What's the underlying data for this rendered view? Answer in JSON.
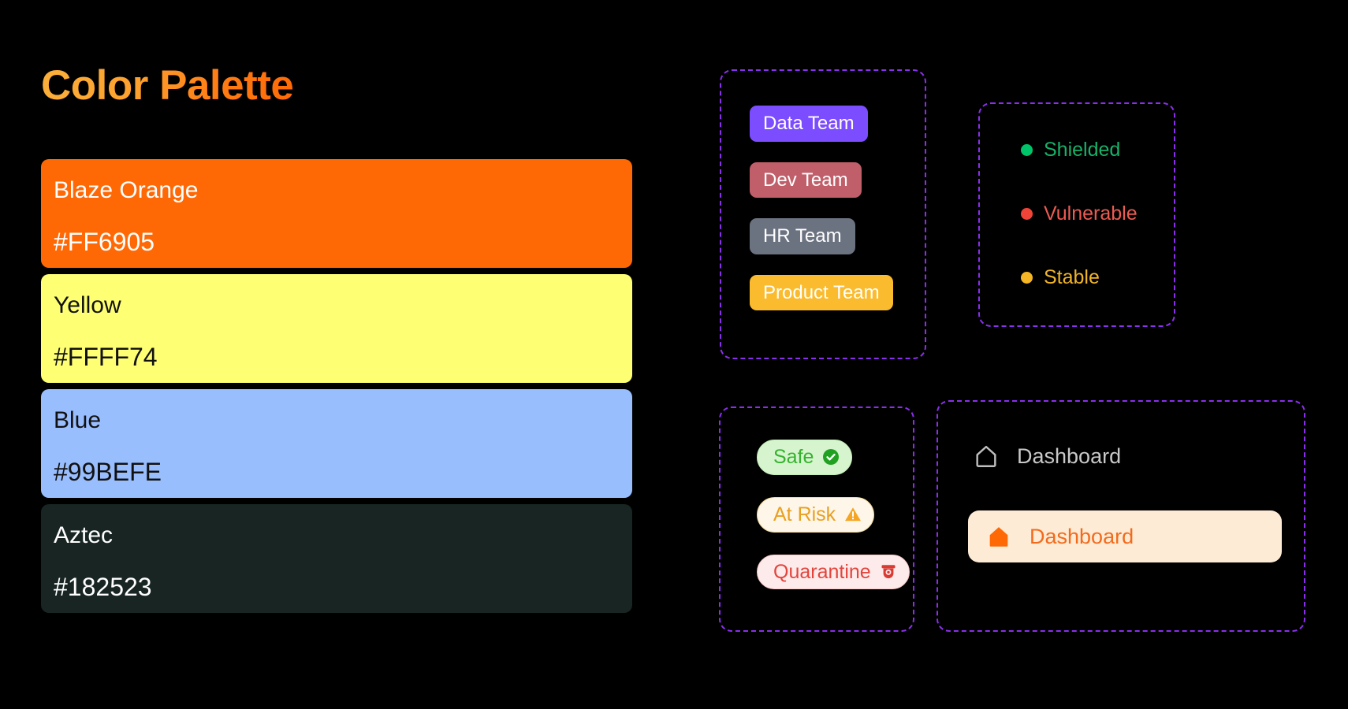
{
  "theme": {
    "background": "#000000",
    "dashed_border": "#8B2FEF",
    "title_gradient_from": "#FBB03B",
    "title_gradient_to": "#FF6905"
  },
  "palette": {
    "title": "Color Palette",
    "swatches": [
      {
        "name": "Blaze Orange",
        "hex": "#FF6905",
        "bg": "#FF6905",
        "text": "#FFFFFF"
      },
      {
        "name": "Yellow",
        "hex": "#FFFF74",
        "bg": "#FFFF74",
        "text": "#111111"
      },
      {
        "name": "Blue",
        "hex": "#99BEFE",
        "bg": "#99BEFE",
        "text": "#111111"
      },
      {
        "name": "Aztec",
        "hex": "#182523",
        "bg": "#182523",
        "text": "#FFFFFF"
      }
    ]
  },
  "teams_panel": {
    "badges": [
      {
        "label": "Data Team",
        "bg": "#7C4DFF",
        "text": "#FFFFFF"
      },
      {
        "label": "Dev Team",
        "bg": "#C05F6A",
        "text": "#FFFFFF"
      },
      {
        "label": "HR Team",
        "bg": "#6B7280",
        "text": "#FFFFFF"
      },
      {
        "label": "Product Team",
        "bg": "#FBBB2E",
        "text": "#FFFFFF"
      }
    ]
  },
  "legend_panel": {
    "items": [
      {
        "label": "Shielded",
        "color": "#17B169",
        "dot": "#00C46A"
      },
      {
        "label": "Vulnerable",
        "color": "#EC5B52",
        "dot": "#F04438"
      },
      {
        "label": "Stable",
        "color": "#F0B429",
        "dot": "#F5B625"
      }
    ]
  },
  "status_panel": {
    "pills": [
      {
        "label": "Safe",
        "icon": "check-circle-icon",
        "bg": "#D6F5CE",
        "text": "#35B22E",
        "border": "#C3EEB8"
      },
      {
        "label": "At Risk",
        "icon": "warning-icon",
        "bg": "#FEF6E8",
        "text": "#E8A021",
        "border": "#F2D79A"
      },
      {
        "label": "Quarantine",
        "icon": "surveillance-icon",
        "bg": "#FDEAEA",
        "text": "#E2453C",
        "border": "#F6C9C6"
      }
    ]
  },
  "nav_panel": {
    "items": [
      {
        "label": "Dashboard",
        "icon": "home-outline-icon",
        "state": "inactive"
      },
      {
        "label": "Dashboard",
        "icon": "home-filled-icon",
        "state": "active"
      }
    ]
  }
}
